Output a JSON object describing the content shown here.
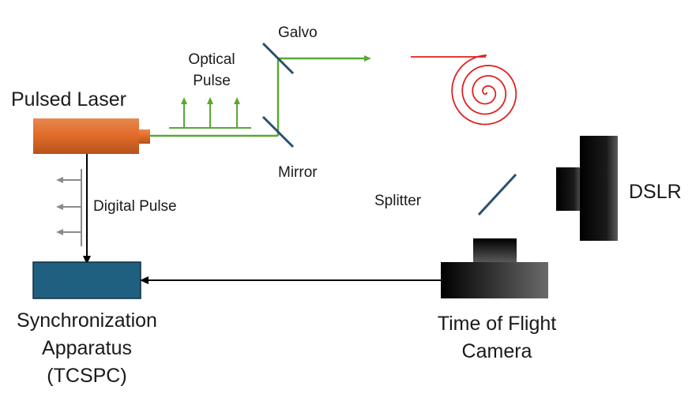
{
  "labels": {
    "pulsed_laser": "Pulsed Laser",
    "optical_pulse_line1": "Optical",
    "optical_pulse_line2": "Pulse",
    "galvo": "Galvo",
    "mirror": "Mirror",
    "digital_pulse": "Digital Pulse",
    "splitter": "Splitter",
    "dslr": "DSLR",
    "sync_line1": "Synchronization",
    "sync_line2": "Apparatus",
    "sync_line3": "(TCSPC)",
    "tof_line1": "Time of Flight",
    "tof_line2": "Camera"
  },
  "colors": {
    "beam_green": "#5aa832",
    "spiral_red": "#e02020",
    "laser_orange": "#e06a28",
    "sync_box_fill": "#1f5f80",
    "mirror_blue": "#2a4f6e",
    "gray_arrow": "#8a8a8a"
  },
  "icons": {
    "laser": "laser-device-icon",
    "sync": "tcspc-box-icon",
    "tof": "tof-camera-icon",
    "dslr": "dslr-camera-icon",
    "spiral": "spiral-scan-pattern"
  }
}
